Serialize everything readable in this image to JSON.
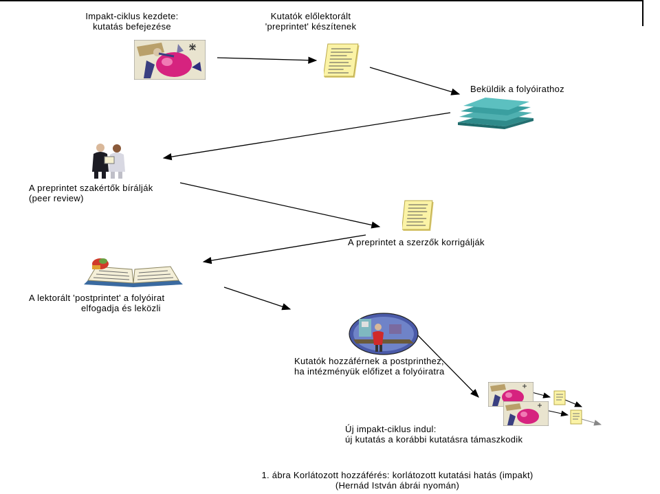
{
  "steps": {
    "start": [
      "Impakt-ciklus kezdete:",
      "kutatás befejezése"
    ],
    "preprint": [
      "Kutatók előlektorált",
      "'preprintet' készítenek"
    ],
    "submit": "Beküldik a folyóirathoz",
    "review": [
      "A preprintet szakértők bírálják",
      "(peer review)"
    ],
    "correct": "A preprintet a szerzők korrigálják",
    "publish": [
      "A lektorált 'postprintet' a folyóirat",
      "elfogadja és leközli"
    ],
    "access": [
      "Kutatók hozzáférnek a postprinthez,",
      "ha intézményük előfizet a folyóiratra"
    ],
    "new_cycle": [
      "Új impakt-ciklus indul:",
      "új kutatás a korábbi kutatásra támaszkodik"
    ]
  },
  "caption": [
    "1. ábra Korlátozott hozzáférés: korlátozott kutatási hatás (impakt)",
    "(Hernád István ábrái nyomán)"
  ],
  "icons": [
    "researcher-clipart-icon",
    "document-icon",
    "journal-stack-icon",
    "reviewers-icon",
    "corrected-document-icon",
    "open-book-icon",
    "reader-at-desk-icon"
  ]
}
